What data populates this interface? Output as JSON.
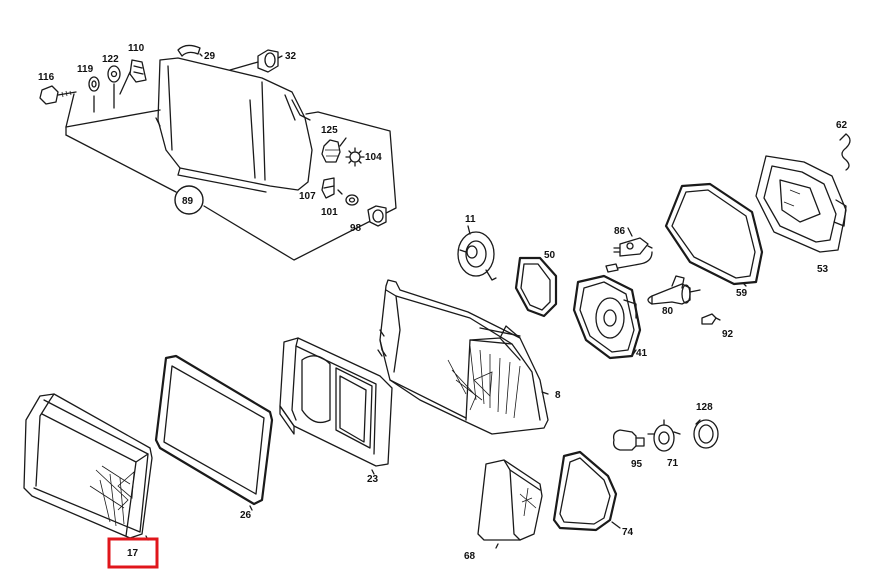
{
  "labels": {
    "l116": "116",
    "l119": "119",
    "l122": "122",
    "l110": "110",
    "l29": "29",
    "l32": "32",
    "l125": "125",
    "l104": "104",
    "l107": "107",
    "l101": "101",
    "l98": "98",
    "l89": "89",
    "l62": "62",
    "l11": "11",
    "l50": "50",
    "l86": "86",
    "l59": "59",
    "l53": "53",
    "l80": "80",
    "l92": "92",
    "l41": "41",
    "l8": "8",
    "l128": "128",
    "l95": "95",
    "l71": "71",
    "l23": "23",
    "l26": "26",
    "l17": "17",
    "l68": "68",
    "l74": "74"
  },
  "colors": {
    "line": "#1a1a1a",
    "highlight": "#e0161b",
    "background": "#ffffff"
  },
  "highlighted_part": "17"
}
